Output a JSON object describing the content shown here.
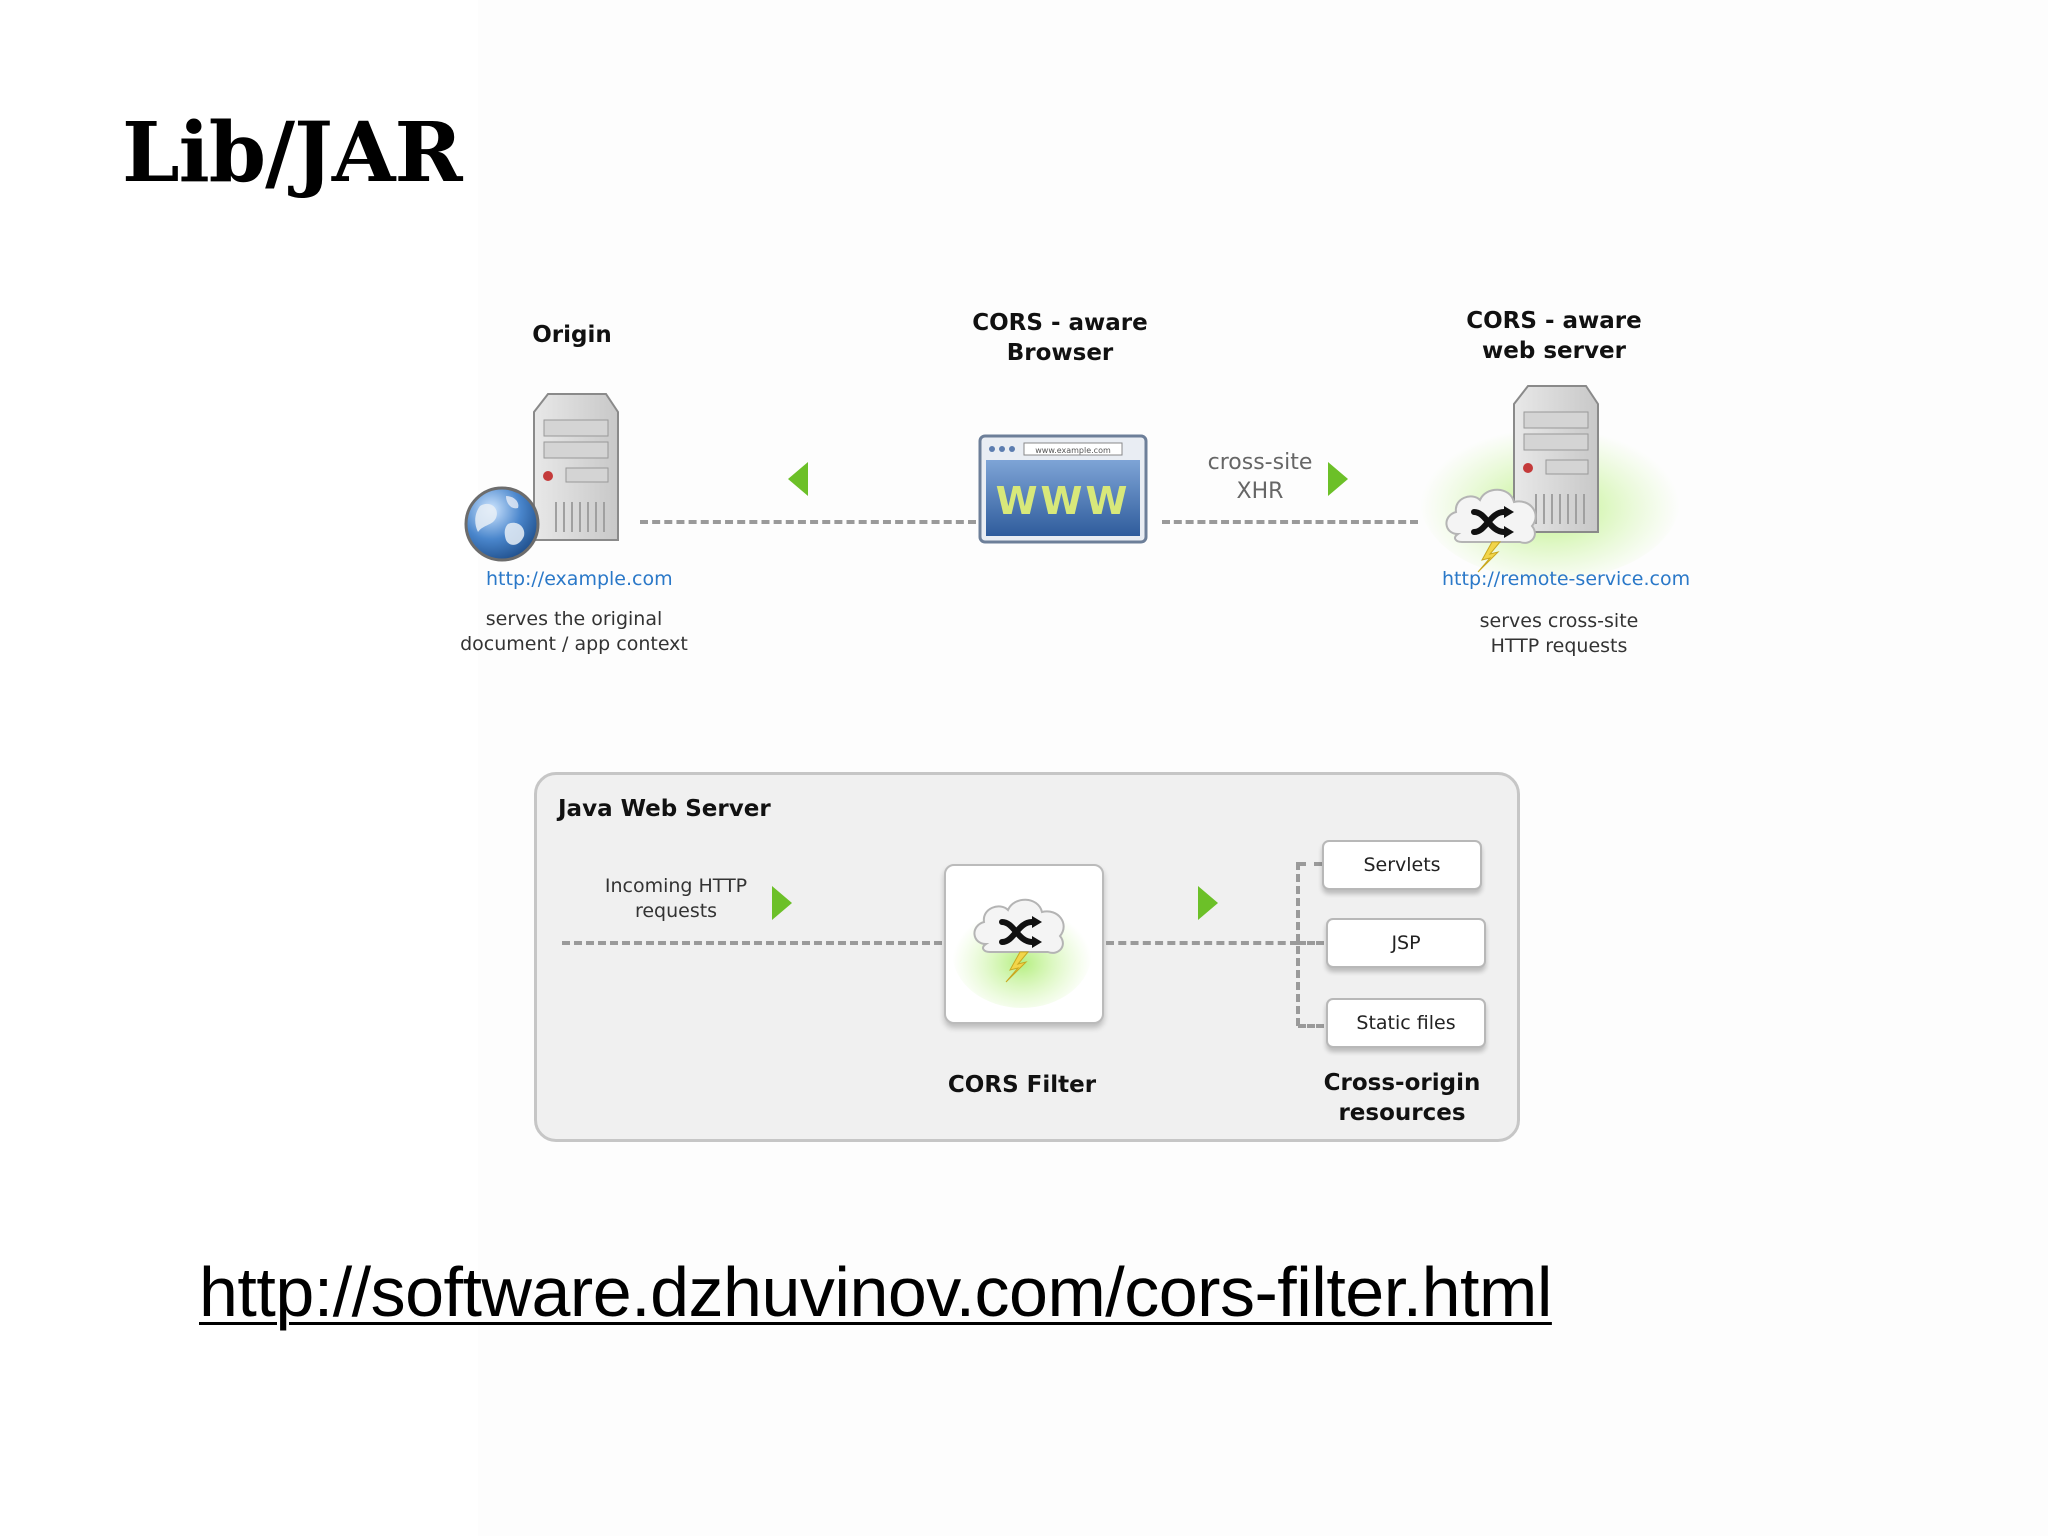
{
  "slide": {
    "title": "Lib/JAR",
    "footer_link": "http://software.dzhuvinov.com/cors-filter.html"
  },
  "top_diagram": {
    "origin": {
      "title": "Origin",
      "url": "http://example.com",
      "caption_lines": [
        "serves the original",
        "document / app context"
      ]
    },
    "browser": {
      "title_lines": [
        "CORS - aware",
        "Browser"
      ],
      "address": "www.example.com",
      "screen_text": "WWW"
    },
    "request": {
      "label_lines": [
        "cross-site",
        "XHR"
      ]
    },
    "remote_server": {
      "title_lines": [
        "CORS - aware",
        "web server"
      ],
      "url": "http://remote-service.com",
      "caption_lines": [
        "serves cross-site",
        "HTTP requests"
      ]
    }
  },
  "java_server": {
    "title": "Java Web Server",
    "incoming_lines": [
      "Incoming HTTP",
      "requests"
    ],
    "filter_label": "CORS Filter",
    "resources": [
      "Servlets",
      "JSP",
      "Static files"
    ],
    "resources_label_lines": [
      "Cross-origin",
      "resources"
    ]
  },
  "colors": {
    "arrow_green": "#6cc028",
    "link_blue": "#2a78c8",
    "dash_gray": "#9a9a9a",
    "panel_gray": "#f0f0f0",
    "browser_blue": "#4a78b4"
  },
  "icons": [
    "server-icon",
    "globe-icon",
    "browser-window-icon",
    "cloud-shuffle-icon",
    "lightning-icon"
  ]
}
